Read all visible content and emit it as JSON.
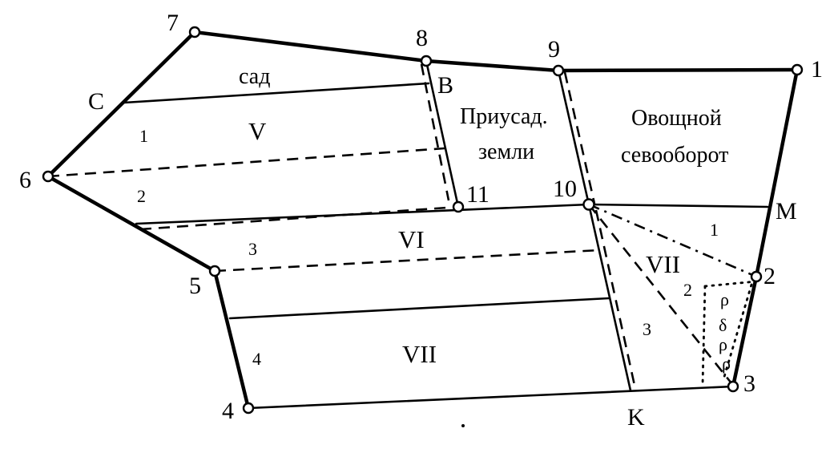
{
  "vertices": {
    "v1": "1",
    "v2": "2",
    "v3": "3",
    "v4": "4",
    "v5": "5",
    "v6": "6",
    "v7": "7",
    "v8": "8",
    "v9": "9",
    "v10": "10",
    "v11": "11"
  },
  "points": {
    "c": "C",
    "b": "B",
    "m": "M",
    "k": "K"
  },
  "areas": {
    "garden": "сад",
    "household_line1": "Приусад.",
    "household_line2": "земли",
    "vegetable_line1": "Овощной",
    "vegetable_line2": "севооборот"
  },
  "fields": {
    "f5": "V",
    "f6": "VI",
    "f7_upper": "VII",
    "f7_lower": "VII"
  },
  "plots": {
    "p1_left": "1",
    "p2_left": "2",
    "p3_left": "3",
    "p4_left": "4",
    "p1_right": "1",
    "p2_right": "2",
    "p3_right": "3"
  },
  "rho_marks": {
    "r1": "ρ",
    "r2": "δ",
    "r3": "ρ",
    "r4": "ρ"
  }
}
